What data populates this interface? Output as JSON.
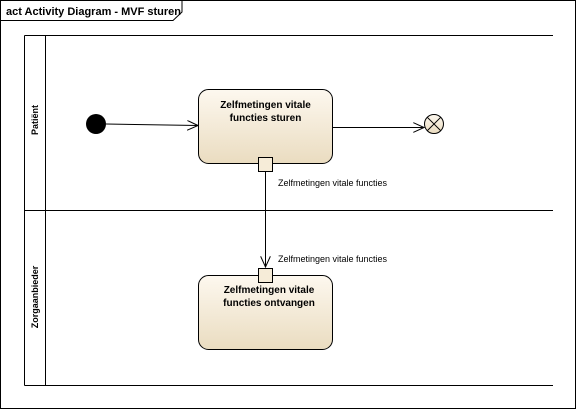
{
  "diagram": {
    "frame_title": "act Activity Diagram - MVF sturen",
    "lanes": [
      {
        "id": "patient",
        "label": "Patiënt"
      },
      {
        "id": "zorgaanbieder",
        "label": "Zorgaanbieder"
      }
    ],
    "actions": [
      {
        "id": "send",
        "lane": "patient",
        "lines": [
          "Zelfmetingen vitale",
          "functies sturen"
        ]
      },
      {
        "id": "receive",
        "lane": "zorgaanbieder",
        "lines": [
          "Zelfmetingen vitale",
          "functies ontvangen"
        ]
      }
    ],
    "pins": [
      {
        "id": "output-pin",
        "action": "send",
        "label": "Zelfmetingen vitale functies"
      },
      {
        "id": "input-pin",
        "action": "receive",
        "label": "Zelfmetingen vitale functies"
      }
    ],
    "initial_node": {
      "lane": "patient"
    },
    "flow_final_node": {
      "lane": "patient"
    },
    "colors": {
      "action_fill_top": "#fdf8ef",
      "action_fill_bottom": "#eadcc0",
      "pin_fill": "#f6ecd8",
      "frame_header_fill": "#ffffff",
      "line": "#000000"
    }
  }
}
